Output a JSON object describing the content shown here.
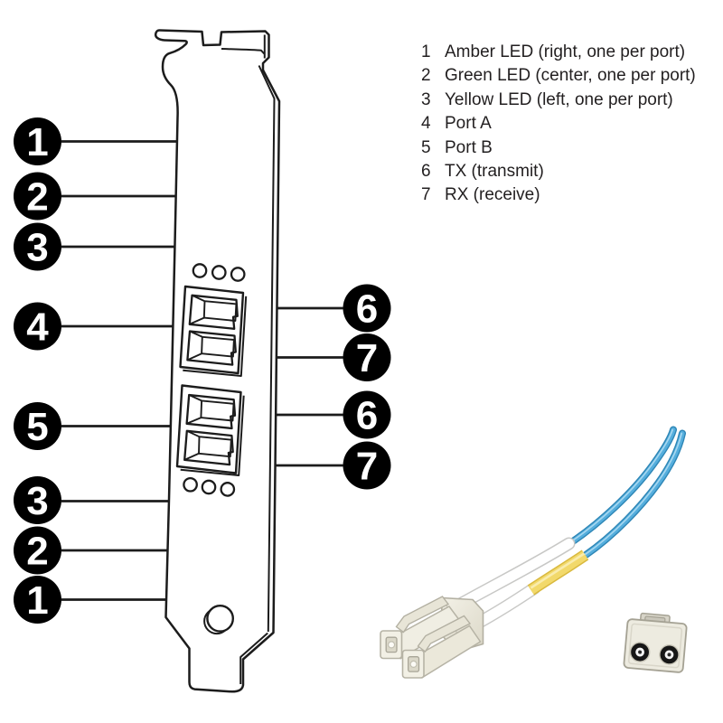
{
  "figure": {
    "type": "hardware-port-diagram",
    "subject": "PCI bracket with two duplex LC fiber ports, LED indicators, and LC fiber-optic cable"
  },
  "legend": {
    "items": [
      {
        "num": "1",
        "label": "Amber LED (right, one per port)"
      },
      {
        "num": "2",
        "label": "Green LED (center, one per port)"
      },
      {
        "num": "3",
        "label": "Yellow LED (left, one per port)"
      },
      {
        "num": "4",
        "label": "Port A"
      },
      {
        "num": "5",
        "label": "Port B"
      },
      {
        "num": "6",
        "label": "TX (transmit)"
      },
      {
        "num": "7",
        "label": "RX (receive)"
      }
    ]
  },
  "callouts": {
    "left": [
      "1",
      "2",
      "3",
      "4",
      "5",
      "3",
      "2",
      "1"
    ],
    "right": [
      "6",
      "7",
      "6",
      "7"
    ]
  },
  "colors": {
    "background": "#ffffff",
    "line": "#1c1c1c",
    "callout_bg": "#000000",
    "callout_text": "#ffffff",
    "fiber_blue": "#55AEDD",
    "fiber_blue_edge": "#2E86B6",
    "jacket_white": "#FFFFFF",
    "jacket_yellow": "#F2D96B",
    "jacket_yellow_edge": "#D9B93E",
    "connector_beige": "#ECE9DC"
  }
}
